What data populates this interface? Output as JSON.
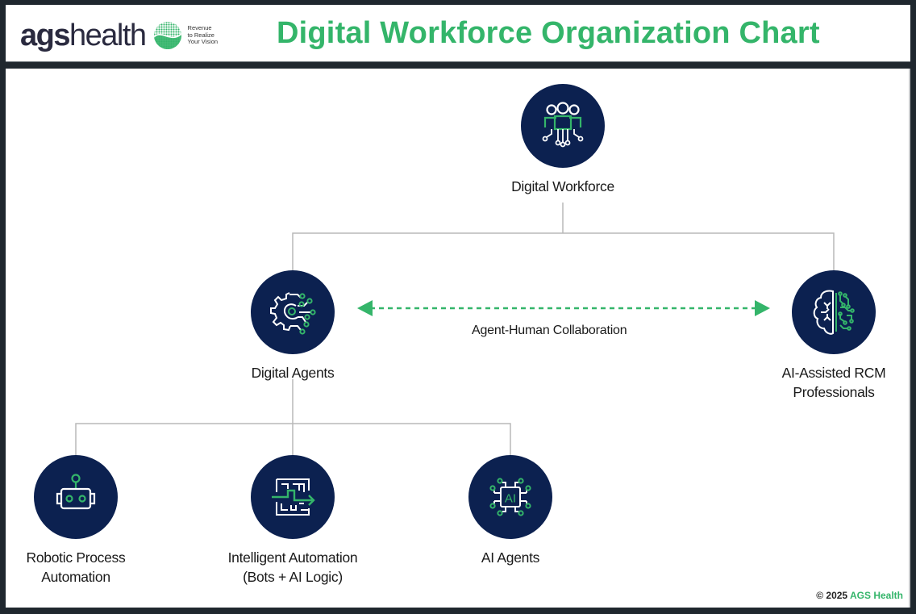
{
  "header": {
    "brand_bold": "ags",
    "brand_light": "health",
    "tagline": [
      "Revenue",
      "to Realize",
      "Your Vision"
    ],
    "title": "Digital Workforce Organization Chart"
  },
  "colors": {
    "accent_green": "#34b56a",
    "node_navy": "#0c2150",
    "frame": "#1f272e",
    "connector": "#b9b9b9"
  },
  "chart": {
    "root": {
      "label": "Digital Workforce",
      "icon": "people-network-icon"
    },
    "level1": [
      {
        "label": "Digital Agents",
        "icon": "gear-circuit-icon"
      },
      {
        "label_line1": "AI-Assisted RCM",
        "label_line2": "Professionals",
        "icon": "brain-circuit-icon"
      }
    ],
    "relation": {
      "label": "Agent-Human Collaboration",
      "style": "dashed bidirectional arrow"
    },
    "level2": [
      {
        "label_line1": "Robotic Process",
        "label_line2": "Automation",
        "icon": "robot-icon"
      },
      {
        "label_line1": "Intelligent Automation",
        "label_line2": "(Bots + AI Logic)",
        "icon": "maze-arrow-icon"
      },
      {
        "label": "AI Agents",
        "icon": "ai-chip-icon",
        "chip_text": "AI"
      }
    ]
  },
  "footer": {
    "copyright": "© 2025",
    "brand": "AGS Health"
  }
}
